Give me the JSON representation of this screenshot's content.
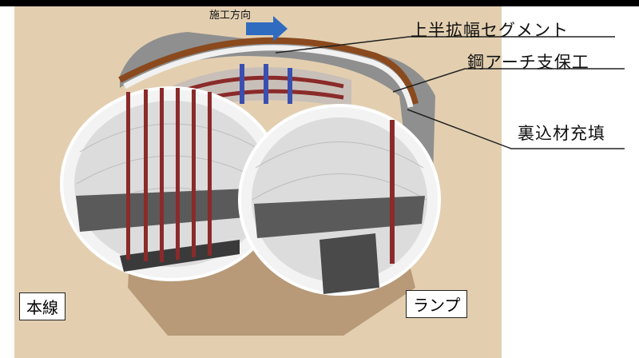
{
  "labels": {
    "construction_direction": "施工方向",
    "upper_widening_segment": "上半拡幅セグメント",
    "steel_arch_support": "鋼アーチ支保工",
    "backfill_grouting": "裏込材充填",
    "main_line": "本線",
    "ramp": "ランプ"
  },
  "icons": {
    "direction_arrow": "arrow-right-icon"
  },
  "colors": {
    "background": "#e3cfb0",
    "segment_lining": "#f4f4f4",
    "steel_arch": "#8b2a2a",
    "outer_shell": "#8f8f8f",
    "arrow": "#2f6bbf",
    "deck": "#5a5a5a",
    "pier": "#b89a78"
  }
}
